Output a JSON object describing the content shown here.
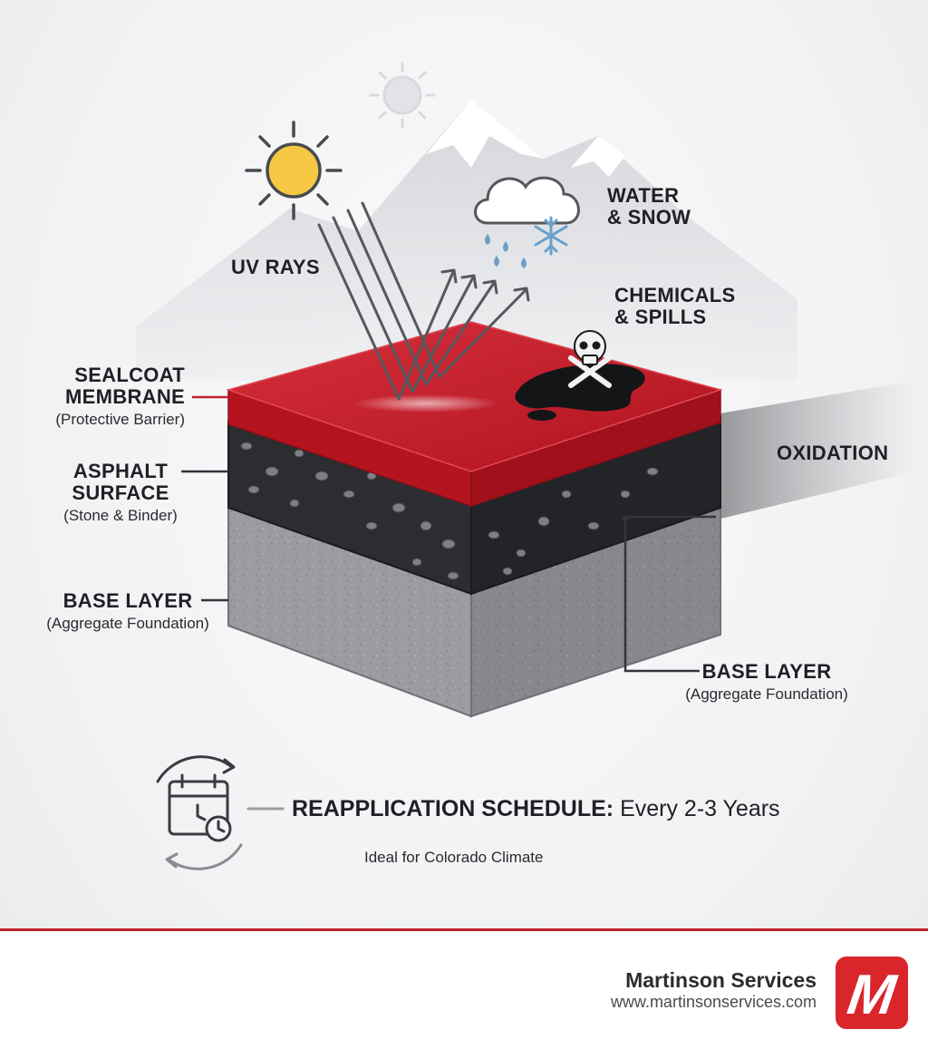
{
  "hazards": {
    "uv": "UV RAYS",
    "water_line1": "WATER",
    "water_line2": "& SNOW",
    "chemicals_line1": "CHEMICALS",
    "chemicals_line2": "& SPILLS",
    "oxidation": "OXIDATION"
  },
  "layers": {
    "sealcoat": {
      "line1": "SEALCOAT",
      "line2": "MEMBRANE",
      "sub": "(Protective Barrier)"
    },
    "asphalt": {
      "line1": "ASPHALT",
      "line2": "SURFACE",
      "sub": "(Stone & Binder)"
    },
    "base_left": {
      "title": "BASE LAYER",
      "sub": "(Aggregate Foundation)"
    },
    "base_right": {
      "title": "BASE LAYER",
      "sub": "(Aggregate Foundation)"
    }
  },
  "schedule": {
    "label": "REAPPLICATION SCHEDULE:",
    "value": "Every 2-3 Years",
    "note": "Ideal for Colorado Climate"
  },
  "footer": {
    "company": "Martinson Services",
    "url": "www.martinsonservices.com",
    "logo_letter": "M"
  },
  "colors": {
    "sealcoat": "#c4202e",
    "asphalt": "#2c2d30",
    "base": "#9c9ea2",
    "accent": "#c0212c",
    "sun": "#f6c843"
  },
  "icons": [
    "sun-icon",
    "cloud-icon",
    "snowflake-icon",
    "skull-crossbones-icon",
    "calendar-clock-icon",
    "logo-icon"
  ]
}
